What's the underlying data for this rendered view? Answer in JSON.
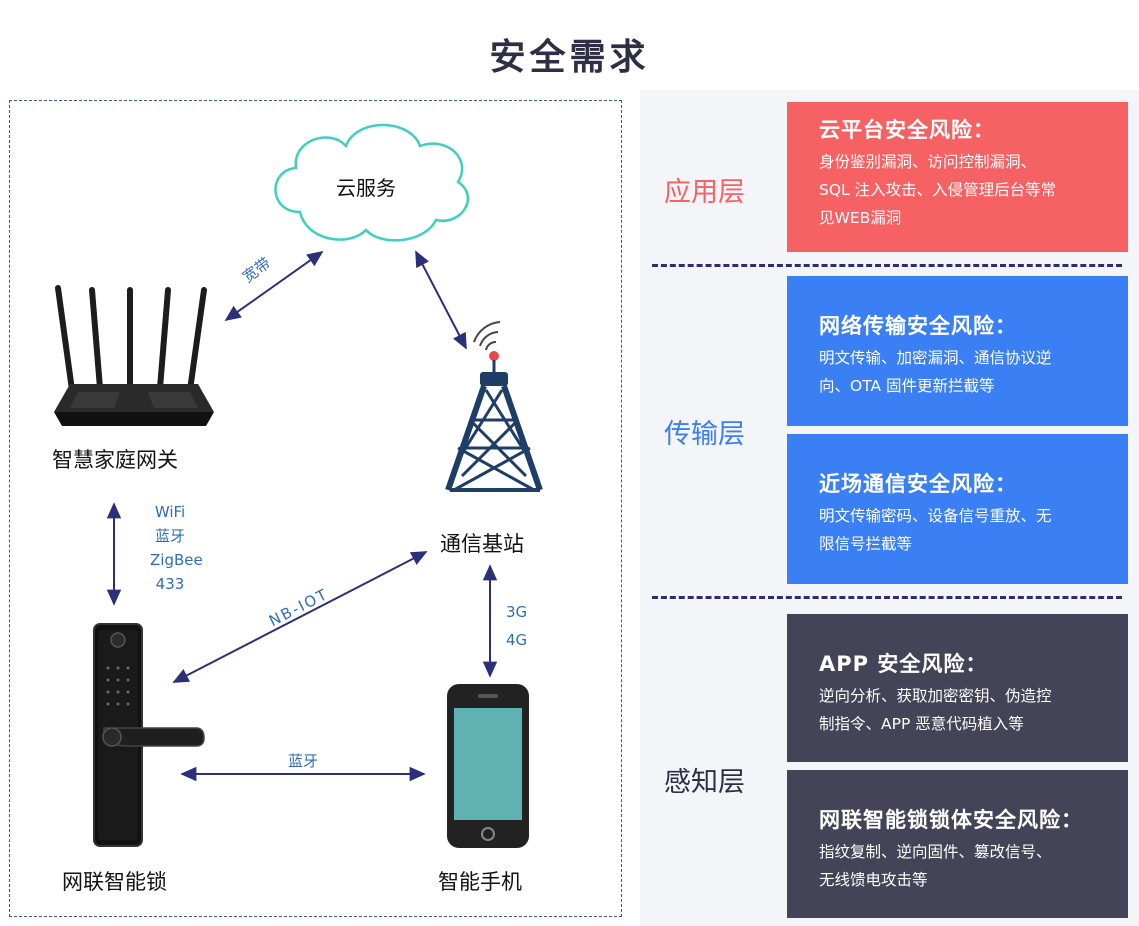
{
  "title": "安全需求",
  "diagram": {
    "cloud": "云服务",
    "gateway": "智慧家庭网关",
    "base_station": "通信基站",
    "lock": "网联智能锁",
    "phone": "智能手机"
  },
  "edges": {
    "gateway_cloud": "宽带",
    "gateway_lock": [
      "WiFi",
      "蓝牙",
      "ZigBee",
      "433"
    ],
    "lock_station": "NB-IOT",
    "station_phone": [
      "3G",
      "4G"
    ],
    "lock_phone": "蓝牙"
  },
  "layers": {
    "app": "应用层",
    "transport": "传输层",
    "perception": "感知层"
  },
  "risks": [
    {
      "title": "云平台安全风险：",
      "lines": [
        "身份鉴别漏洞、访问控制漏洞、",
        "SQL 注入攻击、入侵管理后台等常",
        "见WEB漏洞"
      ],
      "color": "#f66163"
    },
    {
      "title": "网络传输安全风险：",
      "lines": [
        "明文传输、加密漏洞、通信协议逆",
        "向、OTA 固件更新拦截等"
      ],
      "color": "#3b7ff5"
    },
    {
      "title": "近场通信安全风险：",
      "lines": [
        "明文传输密码、设备信号重放、无",
        "限信号拦截等"
      ],
      "color": "#3b7ff5"
    },
    {
      "title": "APP 安全风险：",
      "lines": [
        "逆向分析、获取加密密钥、伪造控",
        "制指令、APP 恶意代码植入等"
      ],
      "color": "#444357"
    },
    {
      "title": "网联智能锁锁体安全风险：",
      "lines": [
        "指纹复制、逆向固件、篡改信号、",
        "无线馈电攻击等"
      ],
      "color": "#444357"
    }
  ],
  "colors": {
    "app_layer": "#f66163",
    "transport_layer": "#3b7ff5",
    "perception_layer": "#2e2e44",
    "arrow": "#2c2f7a",
    "cloud_stroke": "#3ecfc0"
  }
}
